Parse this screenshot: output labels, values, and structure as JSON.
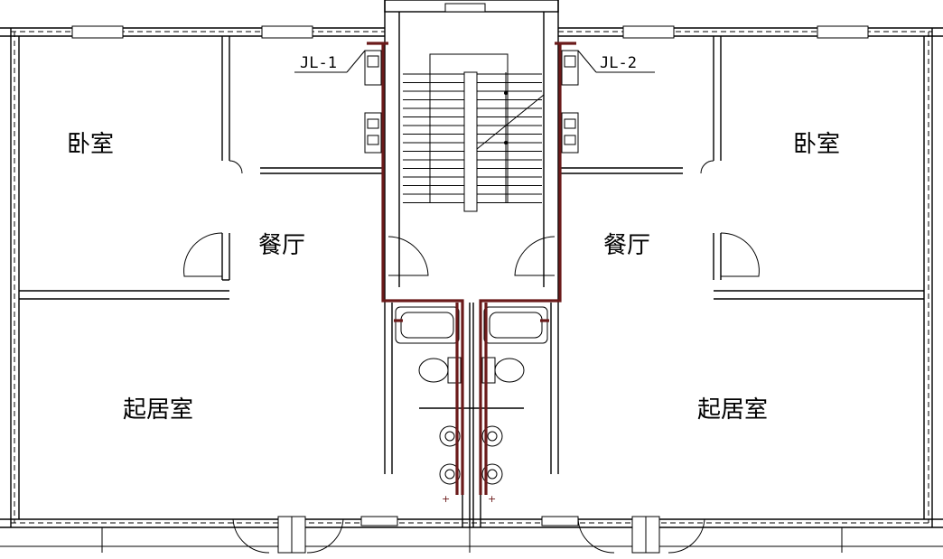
{
  "rooms": {
    "bedroom_left": "卧室",
    "bedroom_right": "卧室",
    "dining_left": "餐厅",
    "dining_right": "餐厅",
    "living_left": "起居室",
    "living_right": "起居室"
  },
  "risers": {
    "left": "JL-1",
    "right": "JL-2"
  },
  "markers": {
    "left": "+",
    "right": "+"
  },
  "colors": {
    "walls": "#000000",
    "pipes": "#6b1a1a",
    "background": "#ffffff"
  }
}
